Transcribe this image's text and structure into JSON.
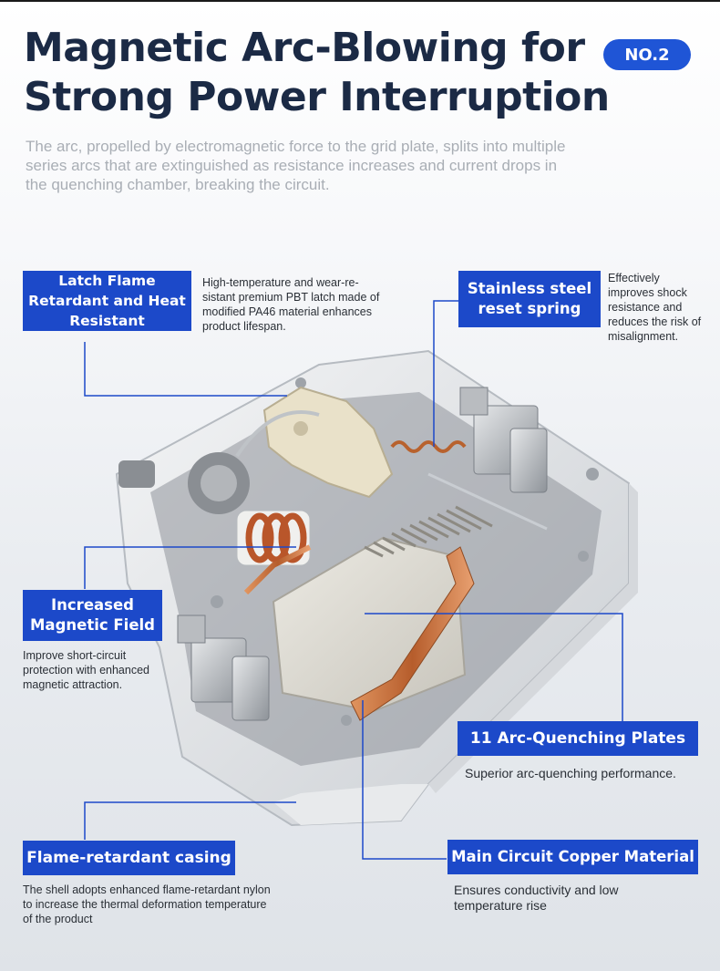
{
  "header": {
    "title_line1": "Magnetic Arc-Blowing for",
    "title_line2": "Strong Power Interruption",
    "badge": "NO.2",
    "subtitle": "The arc, propelled by electromagnetic force to the grid plate, splits into multiple series arcs that are extinguished as resistance increases and current drops in the quenching chamber, breaking the circuit."
  },
  "callouts": {
    "latch": {
      "label": "Latch Flame Retardant and Heat Resistant",
      "desc": "High-temperature and wear-re-sistant premium PBT latch made of modified PA46 material enhances product lifespan."
    },
    "spring": {
      "label": "Stainless steel reset spring",
      "desc": "Effectively improves shock resistance and reduces the risk of misalignment."
    },
    "magnetic": {
      "label": "Increased Magnetic Field",
      "desc": "Improve short-circuit protection with enhanced magnetic attraction."
    },
    "plates": {
      "label": "11 Arc-Quenching Plates",
      "desc": "Superior arc-quenching performance."
    },
    "casing": {
      "label": "Flame-retardant casing",
      "desc": "The shell adopts enhanced flame-retardant nylon to increase the thermal deformation temperature of the product"
    },
    "copper": {
      "label": "Main Circuit Copper Material",
      "desc": "Ensures conductivity and low temperature rise"
    }
  },
  "colors": {
    "accent": "#1c49c9",
    "title": "#1b2a45",
    "subtitle": "#a9aeb5",
    "copper": "#c0703e"
  }
}
